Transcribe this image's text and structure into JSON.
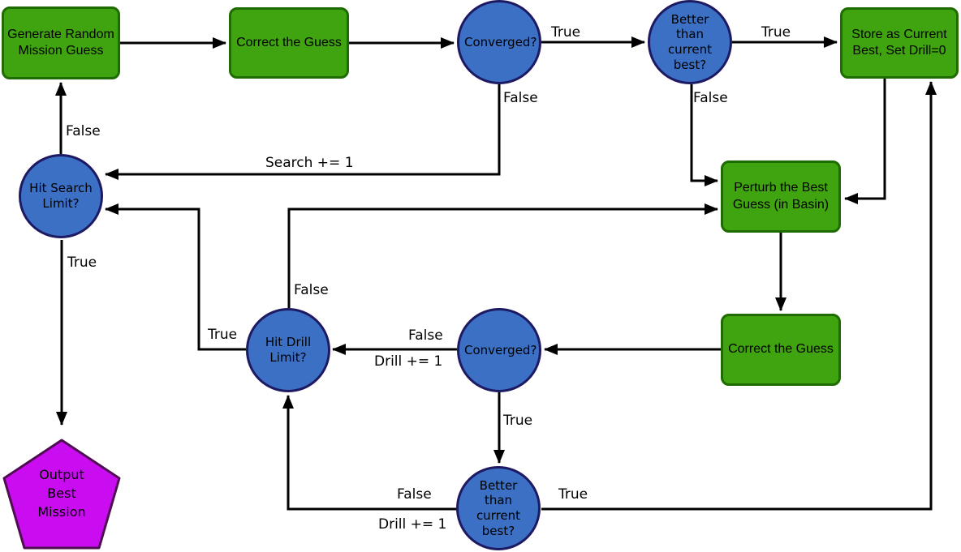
{
  "colors": {
    "process_fill": "#3FA40F",
    "process_border": "#1E6B00",
    "decision_fill": "#3B70C4",
    "decision_border": "#1D1A63",
    "terminal_fill": "#C90DF0",
    "terminal_border": "#4F0D52",
    "edge_color": "#000000"
  },
  "nodes": {
    "generate_random": {
      "label": "Generate Random Mission Guess"
    },
    "correct_guess_top": {
      "label": "Correct the Guess"
    },
    "converged_top": {
      "label": "Converged?"
    },
    "better_than_best_top": {
      "label": "Better than current best?"
    },
    "store_current_best": {
      "label": "Store as Current Best, Set Drill=0"
    },
    "hit_search_limit": {
      "label": "Hit Search Limit?"
    },
    "perturb_best_guess": {
      "label": "Perturb the Best Guess (in Basin)"
    },
    "correct_guess_bottom": {
      "label": "Correct the Guess"
    },
    "hit_drill_limit": {
      "label": "Hit Drill Limit?"
    },
    "converged_bottom": {
      "label": "Converged?"
    },
    "better_than_best_bottom": {
      "label": "Better than current best?"
    },
    "output_best_mission": {
      "label": "Output Best Mission"
    }
  },
  "edge_labels": {
    "converged_top_true": "True",
    "converged_top_false": "False",
    "better_top_true": "True",
    "better_top_false": "False",
    "search_increment": "Search += 1",
    "hit_search_false": "False",
    "hit_search_true": "True",
    "hit_drill_true": "True",
    "hit_drill_false": "False",
    "converged_bottom_false": "False",
    "converged_bottom_true": "True",
    "drill_increment_top": "Drill += 1",
    "better_bottom_false": "False",
    "drill_increment_bottom": "Drill += 1",
    "better_bottom_true": "True"
  }
}
